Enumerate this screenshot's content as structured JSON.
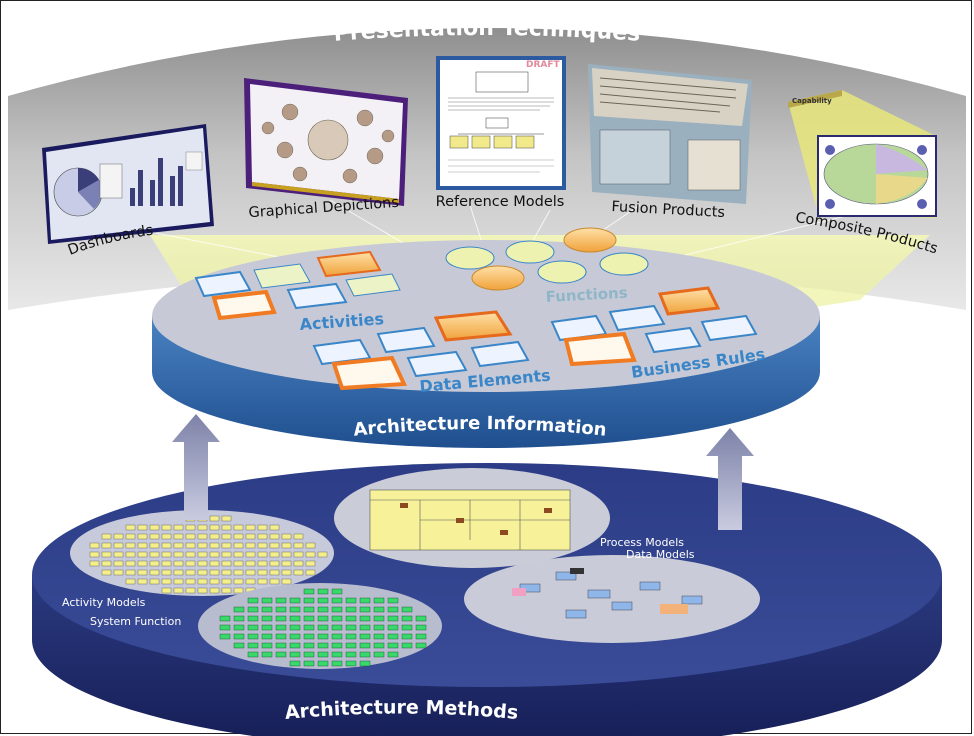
{
  "presentation": {
    "title": "Presentation Techniques",
    "techniques": [
      "Dashboards",
      "Graphical Depictions",
      "Reference Models",
      "Fusion Products",
      "Composite Products"
    ],
    "draft_stamp": "DRAFT",
    "capability_label": "Capability"
  },
  "architecture_information": {
    "title": "Architecture Information",
    "labels": {
      "activities": "Activities",
      "functions": "Functions",
      "data_elements": "Data Elements",
      "business_rules": "Business Rules"
    }
  },
  "architecture_methods": {
    "title": "Architecture Methods",
    "labels": {
      "process_models": "Process Models",
      "data_models": "Data Models",
      "activity_models": "Activity Models",
      "system_function": "System Function"
    }
  },
  "colors": {
    "banner": "#a9a9a9",
    "info_disk_top": "#c9cdd8",
    "info_disk_side": "#3b6fae",
    "methods_disk_top": "#2f3f84",
    "methods_disk_side": "#1f2a66",
    "highlight_tile": "#f07b22",
    "accent_blue": "#3a86c8",
    "yellow_beam": "#eef2a4"
  }
}
